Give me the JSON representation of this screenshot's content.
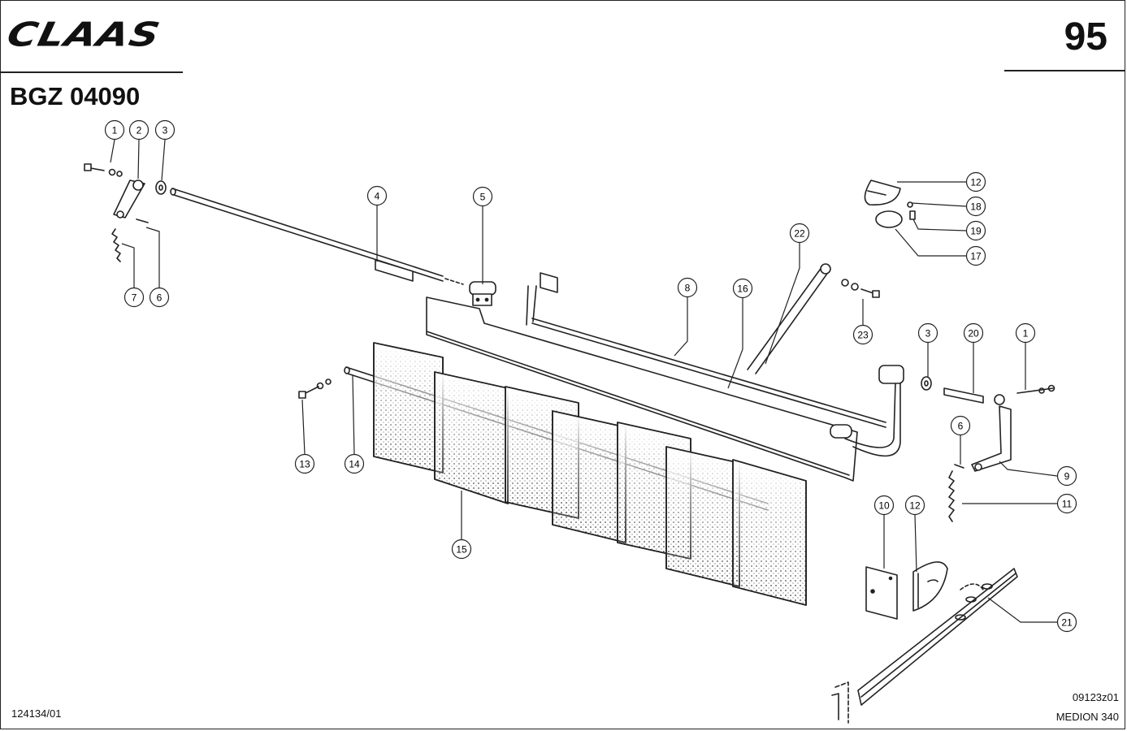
{
  "header": {
    "brand": "CLAAS",
    "page_number": "95",
    "doc_code": "BGZ 04090"
  },
  "footer": {
    "left_code": "124134/01",
    "right_code": "09123z01",
    "model": "MEDION 340"
  },
  "callouts": [
    "1",
    "2",
    "3",
    "4",
    "5",
    "6",
    "7",
    "6",
    "12",
    "18",
    "19",
    "17",
    "22",
    "8",
    "16",
    "23",
    "3",
    "20",
    "1",
    "13",
    "14",
    "9",
    "11",
    "10",
    "12",
    "15",
    "21"
  ],
  "colors": {
    "ink": "#222222",
    "paper": "#ffffff",
    "stipple": "#333333"
  }
}
